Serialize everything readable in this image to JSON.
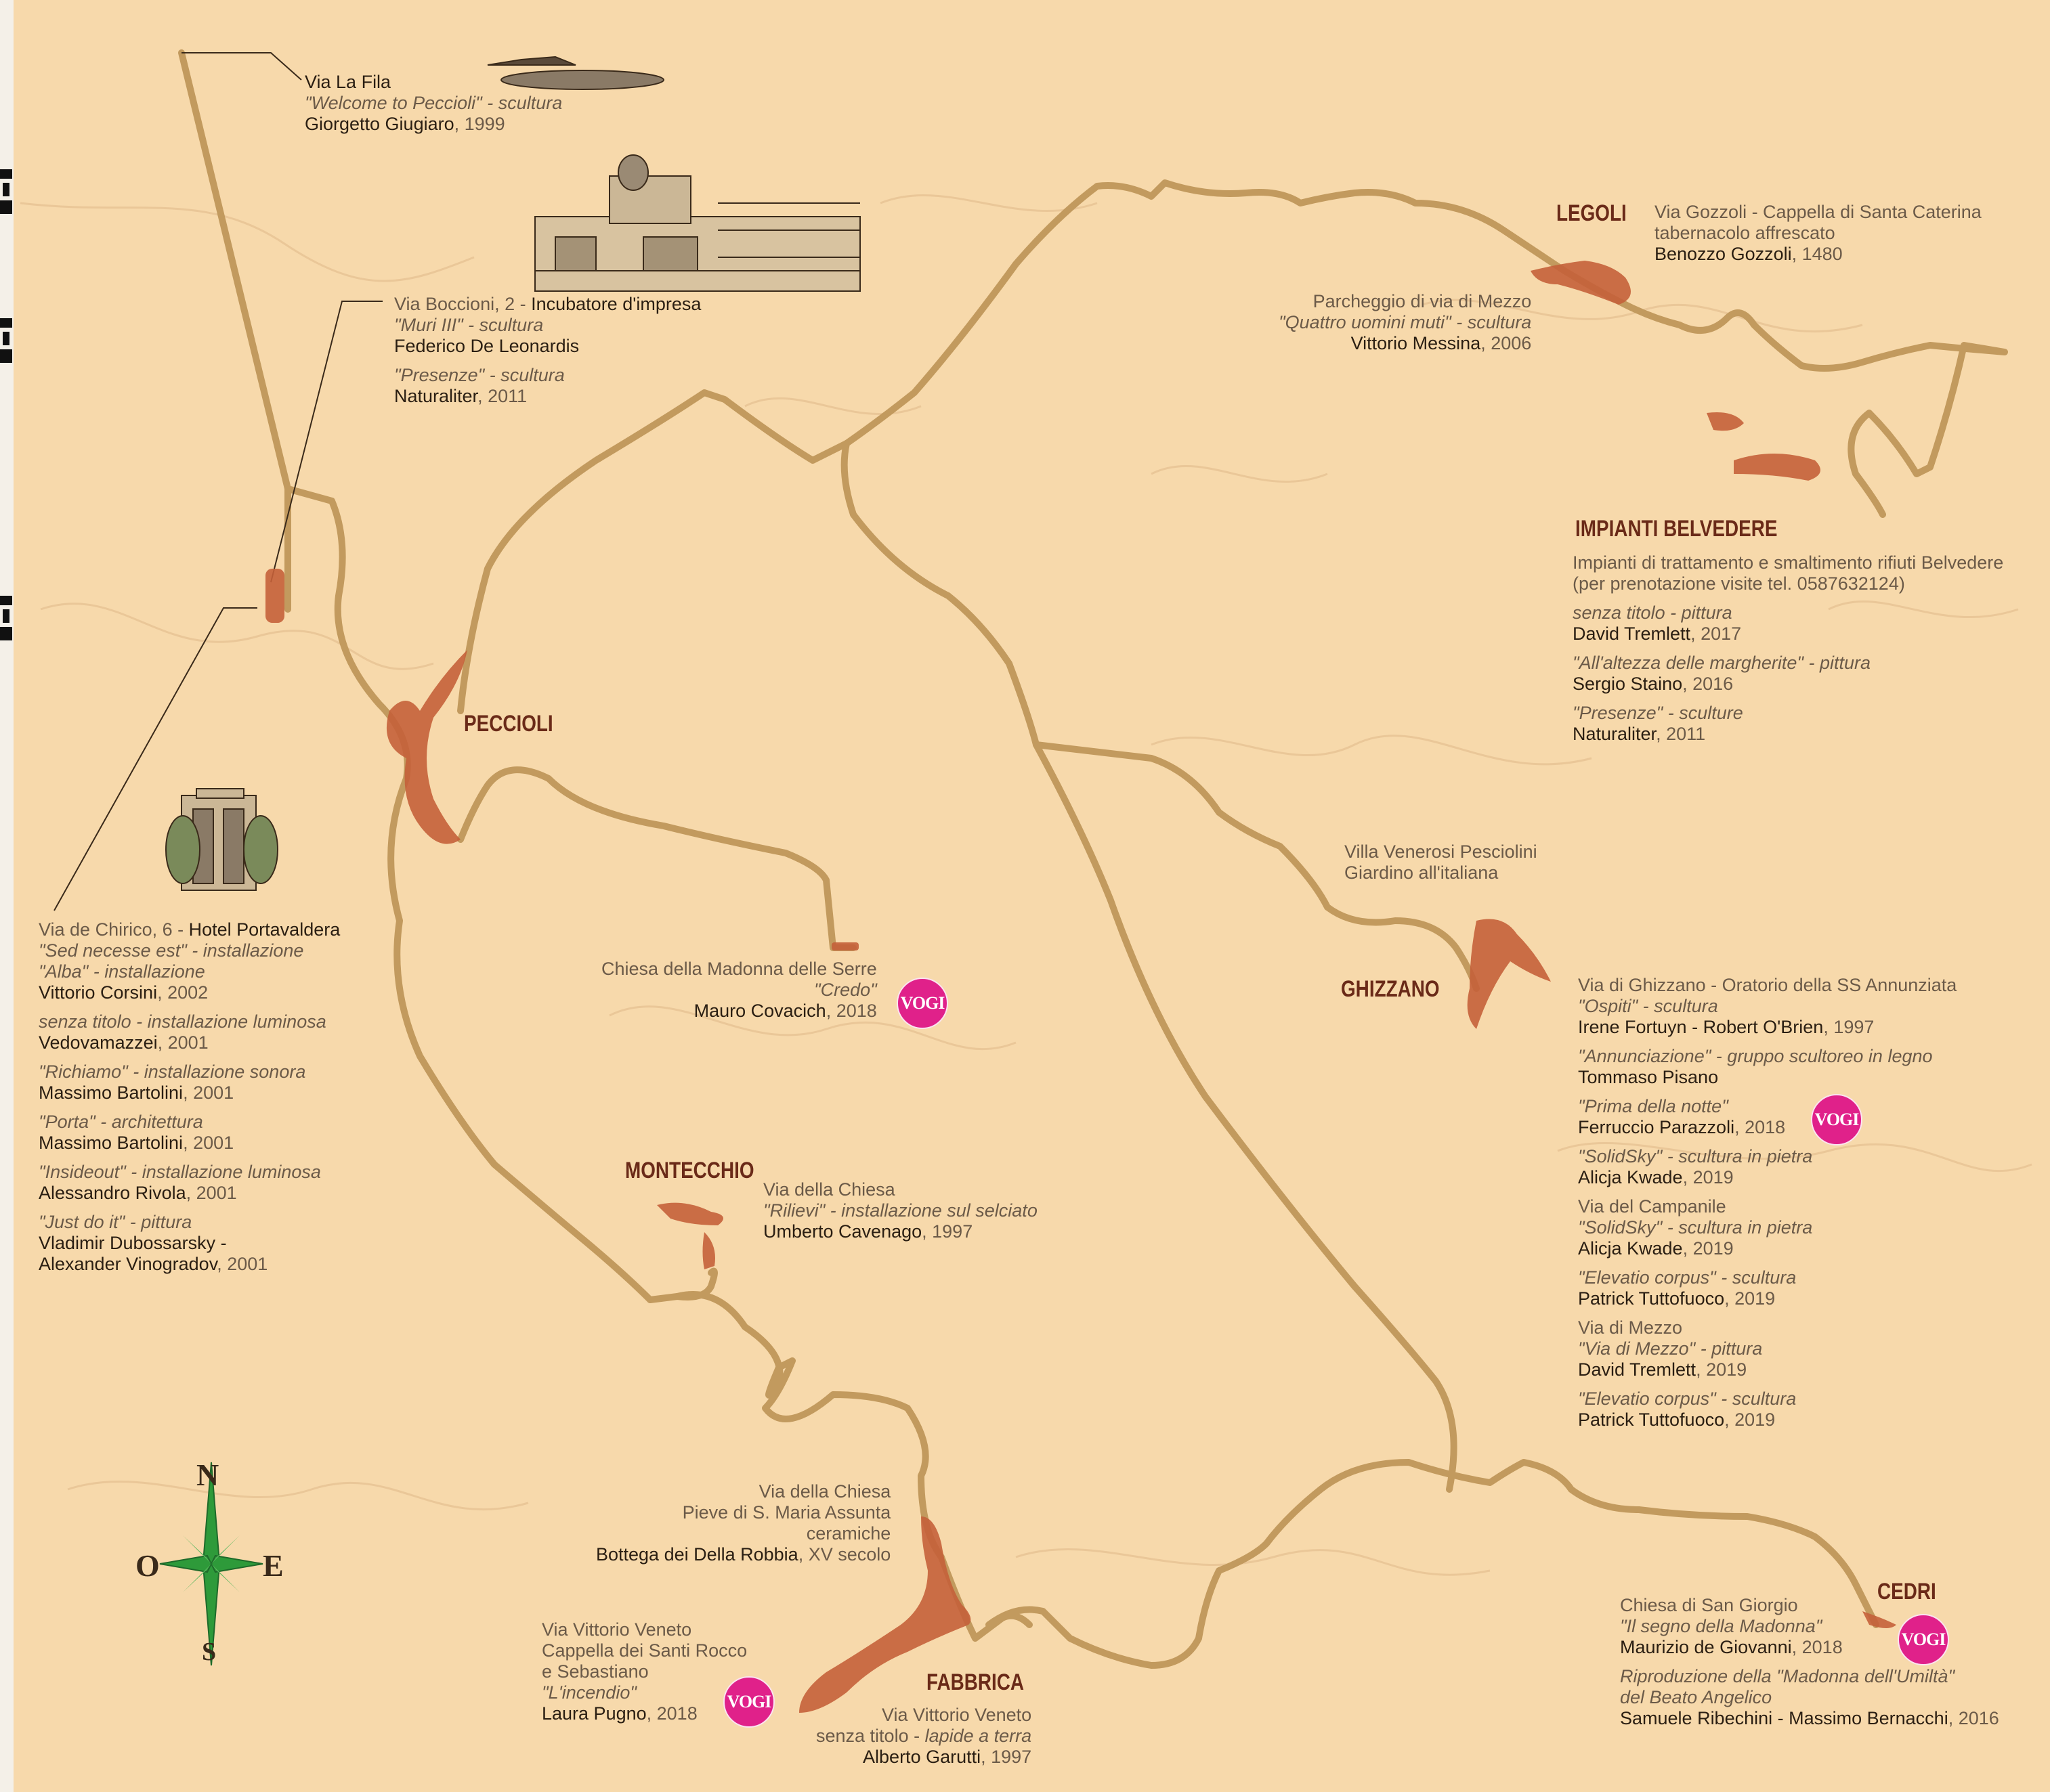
{
  "colors": {
    "background": "#f7d9ab",
    "road": "#c29a5e",
    "town_fill": "#c4603a",
    "town_label": "#6a2a18",
    "vogi_badge": "#e0218a",
    "compass": "#2e9a3a"
  },
  "towns": {
    "peccioli": "PECCIOLI",
    "legoli": "LEGOLI",
    "impianti": "IMPIANTI BELVEDERE",
    "ghizzano": "GHIZZANO",
    "montecchio": "MONTECCHIO",
    "fabbrica": "FABBRICA",
    "cedri": "CEDRI"
  },
  "vogi_label": "VOGI",
  "compass": {
    "n": "N",
    "s": "S",
    "e": "E",
    "o": "O"
  },
  "notes": {
    "la_fila": {
      "street": "Via La Fila",
      "work": "\"Welcome to Peccioli\" - scultura",
      "author": "Giorgetto Giugiaro",
      "year": ", 1999"
    },
    "boccioni": {
      "street_pre": "Via Boccioni, 2 - ",
      "street_name": "Incubatore d'impresa",
      "work1": "\"Muri III\" - scultura",
      "author1": "Federico De Leonardis",
      "work2": "\"Presenze\" - scultura",
      "author2": "Naturaliter",
      "year2": ", 2011"
    },
    "legoli": {
      "street": "Via Gozzoli - Cappella di Santa Caterina",
      "work": "tabernacolo affrescato",
      "author": "Benozzo Gozzoli",
      "year": ", 1480"
    },
    "parcheggio": {
      "street": "Parcheggio di via di Mezzo",
      "work": "\"Quattro uomini muti\" - scultura",
      "author": "Vittorio Messina",
      "year": ", 2006"
    },
    "impianti": {
      "desc1": "Impianti di trattamento e smaltimento rifiuti Belvedere",
      "desc2": "(per prenotazione visite tel. 0587632124)",
      "w1": "senza titolo - pittura",
      "a1": "David Tremlett",
      "y1": ", 2017",
      "w2": "\"All'altezza delle margherite\" - pittura",
      "a2": "Sergio Staino",
      "y2": ", 2016",
      "w3": "\"Presenze\" - sculture",
      "a3": "Naturaliter",
      "y3": ", 2011"
    },
    "villa": {
      "l1": "Villa Venerosi Pesciolini",
      "l2": "Giardino all'italiana"
    },
    "hotel": {
      "street_pre": "Via de Chirico, 6 - ",
      "street_name": "Hotel Portavaldera",
      "w1": "\"Sed necesse est\" - installazione",
      "w2": "\"Alba\" - installazione",
      "a1": "Vittorio Corsini",
      "y1": ", 2002",
      "w3": "senza titolo - installazione luminosa",
      "a3": "Vedovamazzei",
      "y3": ", 2001",
      "w4": "\"Richiamo\" - installazione sonora",
      "a4": "Massimo Bartolini",
      "y4": ", 2001",
      "w5": "\"Porta\" - architettura",
      "a5": "Massimo Bartolini",
      "y5": ", 2001",
      "w6": "\"Insideout\" - installazione luminosa",
      "a6": "Alessandro Rivola",
      "y6": ", 2001",
      "w7": "\"Just do it\" - pittura",
      "a7a": "Vladimir Dubossarsky -",
      "a7b": "Alexander Vinogradov",
      "y7": ", 2001"
    },
    "madonna_serre": {
      "street": "Chiesa della Madonna delle Serre",
      "work": "\"Credo\"",
      "author": "Mauro Covacich",
      "year": ", 2018"
    },
    "ghizzano": {
      "street": "Via di Ghizzano - Oratorio della SS Annunziata",
      "w1": "\"Ospiti\" - scultura",
      "a1": "Irene Fortuyn - Robert O'Brien",
      "y1": ", 1997",
      "w2": "\"Annunciazione\" - gruppo scultoreo in legno",
      "a2": "Tommaso Pisano",
      "w3": "\"Prima della notte\"",
      "a3": "Ferruccio Parazzoli",
      "y3": ", 2018",
      "w4": "\"SolidSky\" - scultura in pietra",
      "a4": "Alicja Kwade",
      "y4": ", 2019",
      "street2": "Via del Campanile",
      "w5": "\"SolidSky\" - scultura in pietra",
      "a5": "Alicja Kwade",
      "y5": ", 2019",
      "w6": "\"Elevatio corpus\" - scultura",
      "a6": "Patrick Tuttofuoco",
      "y6": ", 2019",
      "street3": "Via di Mezzo",
      "w7": "\"Via di Mezzo\" - pittura",
      "a7": "David Tremlett",
      "y7": ", 2019",
      "w8": "\"Elevatio corpus\" - scultura",
      "a8": "Patrick Tuttofuoco",
      "y8": ", 2019"
    },
    "montecchio": {
      "street": "Via della Chiesa",
      "work": "\"Rilievi\" - installazione sul selciato",
      "author": "Umberto Cavenago",
      "year": ", 1997"
    },
    "pieve": {
      "l1": "Via della Chiesa",
      "l2": "Pieve di S. Maria Assunta",
      "l3": "ceramiche",
      "author": "Bottega dei Della Robbia",
      "year": ", XV secolo"
    },
    "santi_rocco": {
      "l1": "Via Vittorio Veneto",
      "l2": "Cappella dei Santi Rocco",
      "l3": "e Sebastiano",
      "work": "\"L'incendio\"",
      "author": "Laura Pugno",
      "year": ", 2018"
    },
    "fabbrica": {
      "street": "Via Vittorio Veneto",
      "work_pre": "senza titolo - ",
      "work_it": "lapide a terra",
      "author": "Alberto Garutti",
      "year": ", 1997"
    },
    "cedri": {
      "street": "Chiesa di San Giorgio",
      "work": "\"Il segno della Madonna\"",
      "author": "Maurizio de Giovanni",
      "year": ", 2018",
      "w2a": "Riproduzione della \"Madonna dell'Umiltà\"",
      "w2b": "del Beato Angelico",
      "a2": "Samuele Ribechini - Massimo Bernacchi",
      "y2": ", 2016"
    }
  }
}
